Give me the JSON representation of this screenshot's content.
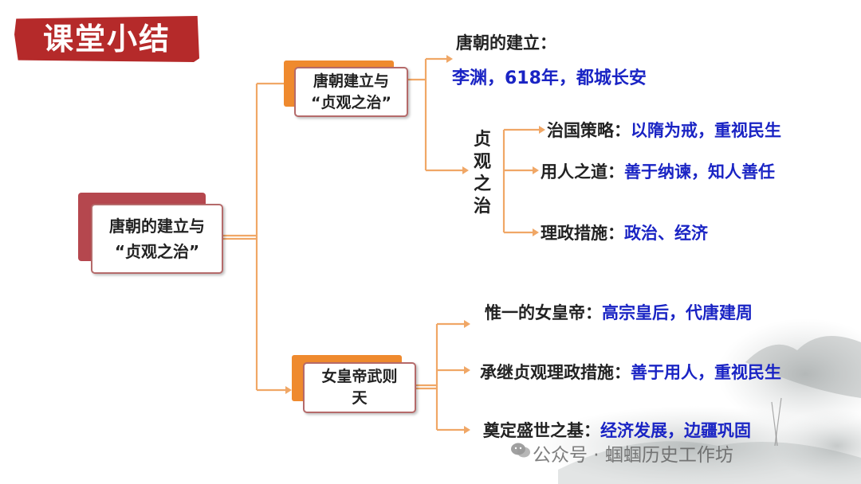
{
  "title": "课堂小结",
  "root": {
    "line1": "唐朝的建立与",
    "line2": "“贞观之治”"
  },
  "branch_a": {
    "line1": "唐朝建立与",
    "line2": "“贞观之治”"
  },
  "branch_b": {
    "line1": "女皇帝武则",
    "line2": "天"
  },
  "founding": {
    "label": "唐朝的建立：",
    "detail": "李渊，618年，都城长安"
  },
  "zhenguan_label": [
    "贞",
    "观",
    "之",
    "治"
  ],
  "zhenguan_items": [
    {
      "label": "治国策略：",
      "detail": "以隋为戒，重视民生"
    },
    {
      "label": "用人之道：",
      "detail": "善于纳谏，知人善任"
    },
    {
      "label": "理政措施：",
      "detail": "政治、经济"
    }
  ],
  "wuzetian_items": [
    {
      "label": "惟一的女皇帝：",
      "detail": "高宗皇后，代唐建周"
    },
    {
      "label": "承继贞观理政措施：",
      "detail": "善于用人，重视民生"
    },
    {
      "label": "奠定盛世之基：",
      "detail": "经济发展，边疆巩固"
    }
  ],
  "watermark": "公众号 · 蝈蝈历史工作坊",
  "colors": {
    "title_red": "#b52a2a",
    "connector_orange": "#f0a766",
    "accent_orange": "#ef8a2e",
    "root_shadow": "#b5474e",
    "detail_blue": "#1a24c4"
  }
}
